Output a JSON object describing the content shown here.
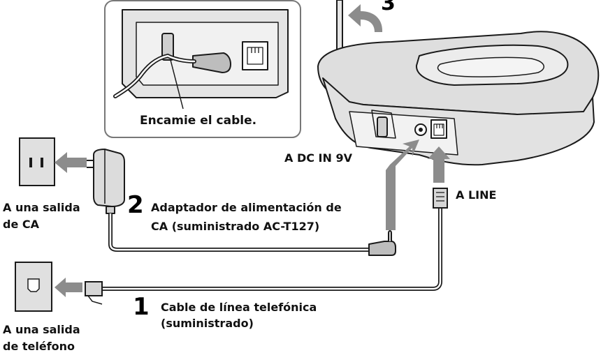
{
  "step_numbers": {
    "phone_cable": "1",
    "adapter": "2",
    "antenna": "3"
  },
  "labels": {
    "inset_caption": "Encamie el cable.",
    "dc_in": "A DC IN 9V",
    "line": "A LINE",
    "ac_outlet_line1": "A una salida",
    "ac_outlet_line2": "de CA",
    "adapter_line1": "Adaptador de alimentación de",
    "adapter_line2": "CA (suministrado AC-T127)",
    "phone_outlet_line1": "A una salida",
    "phone_outlet_line2": "de teléfono",
    "phone_cable_line1": "Cable de línea telefónica",
    "phone_cable_line2": "(suministrado)"
  },
  "colors": {
    "line_art": "#1a1a1a",
    "shade": "#d9d9d9",
    "arrow": "#8c8c8c",
    "inset_border": "#777777"
  }
}
